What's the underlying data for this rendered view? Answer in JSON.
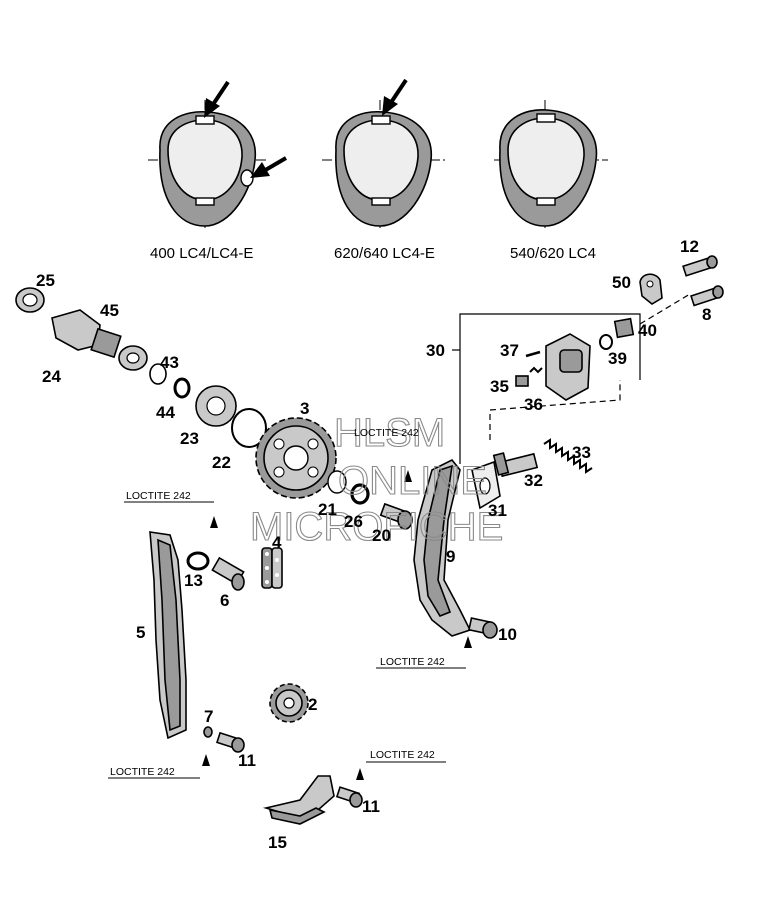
{
  "diagram": {
    "captions": {
      "view_1": "400 LC4/LC4-E",
      "view_2": "620/640 LC4-E",
      "view_3": "540/620 LC4"
    },
    "watermark": {
      "line1": "HLSM",
      "line2": "ONLINE",
      "line3": "MICROFICHE"
    },
    "loctite": {
      "label_1": "LOCTITE 242",
      "label_2": "LOCTITE 242",
      "label_3": "LOCTITE 242",
      "label_4": "LOCTITE 242",
      "label_5": "LOCTITE 242"
    },
    "parts": {
      "p25": "25",
      "p45": "45",
      "p24": "24",
      "p43": "43",
      "p44": "44",
      "p23": "23",
      "p22": "22",
      "p3": "3",
      "p21": "21",
      "p26": "26",
      "p20": "20",
      "p4": "4",
      "p13": "13",
      "p6": "6",
      "p5": "5",
      "p2": "2",
      "p7": "7",
      "p11a": "11",
      "p11b": "11",
      "p15": "15",
      "p9": "9",
      "p10": "10",
      "p31": "31",
      "p32": "32",
      "p33": "33",
      "p30": "30",
      "p37": "37",
      "p35": "35",
      "p36": "36",
      "p39": "39",
      "p40": "40",
      "p50": "50",
      "p12": "12",
      "p8": "8"
    }
  }
}
